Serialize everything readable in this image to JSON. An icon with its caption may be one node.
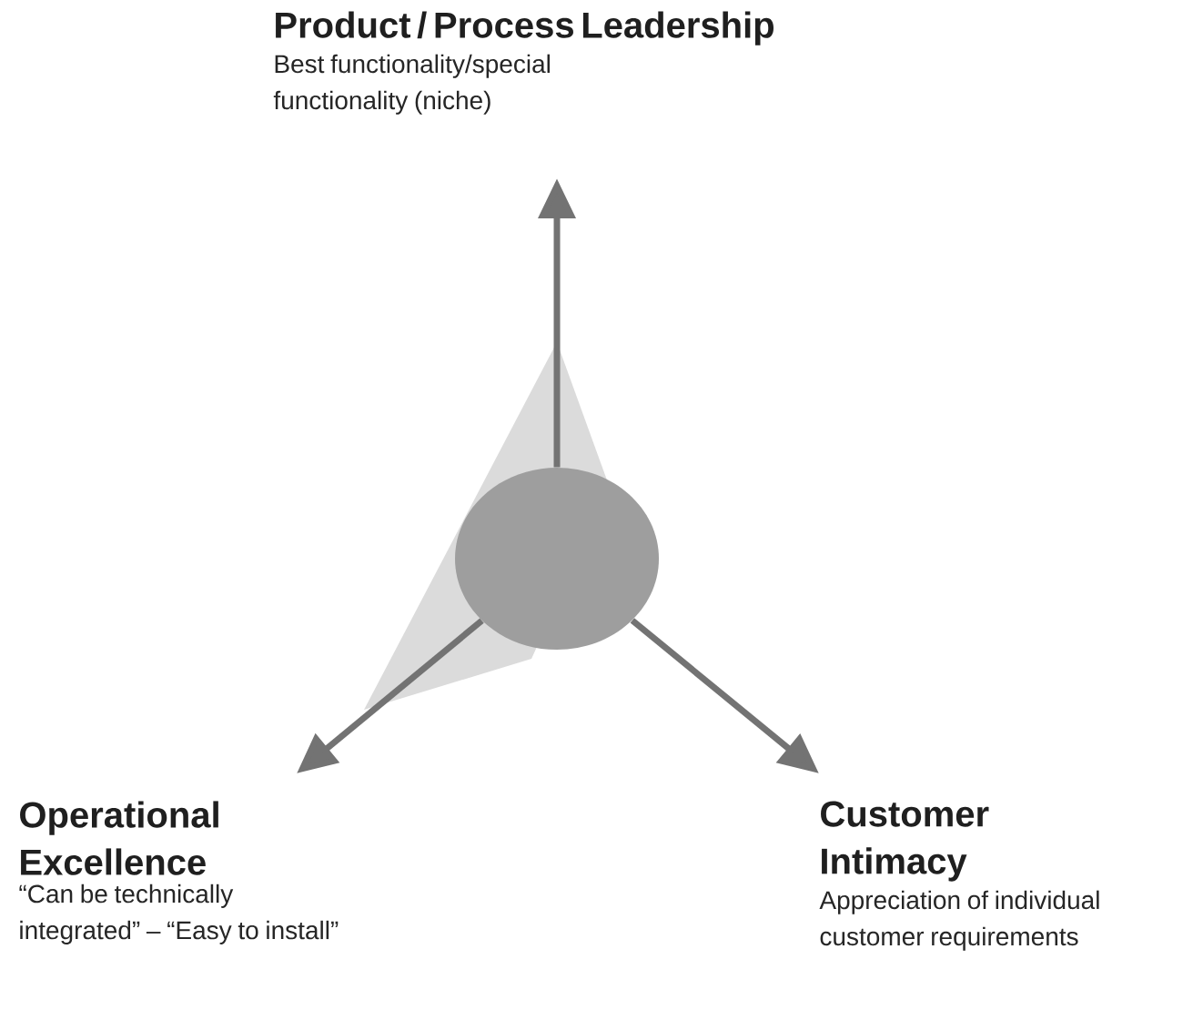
{
  "diagram": {
    "nodes": [
      {
        "text": [],
        "shape": "circle"
      },
      {
        "text": [
          "Product / Process Leadership",
          "Best functionality/special functionality (niche)"
        ]
      },
      {
        "text": [
          "Operational Excellence",
          "“Can be technically integrated” – “Easy to install”"
        ]
      },
      {
        "text": [
          "Customer Intimacy",
          "Appreciation of individual customer requirements"
        ]
      }
    ],
    "edges": [
      {
        "from": 0,
        "to": 1,
        "arrow": "to"
      },
      {
        "from": 0,
        "to": 2,
        "arrow": "to"
      },
      {
        "from": 0,
        "to": 3,
        "arrow": "to"
      }
    ]
  }
}
